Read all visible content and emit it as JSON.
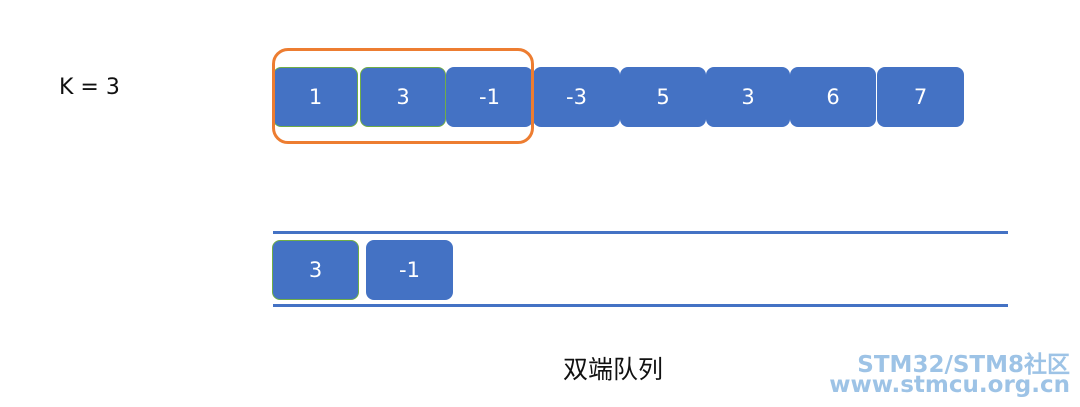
{
  "k_label": "K = 3",
  "array": {
    "values": [
      "1",
      "3",
      "-1",
      "-3",
      "5",
      "3",
      "6",
      "7"
    ]
  },
  "deque": {
    "values": [
      "3",
      "-1"
    ]
  },
  "caption": "双端队列",
  "watermark": {
    "line1": "STM32/STM8社区",
    "line2": "www.stmcu.org.cn"
  },
  "colors": {
    "box": "#4472C4",
    "window_border": "#ED7D31",
    "highlight_border": "#70AD47",
    "rail": "#4472C4",
    "watermark": "#9DC3E6"
  }
}
